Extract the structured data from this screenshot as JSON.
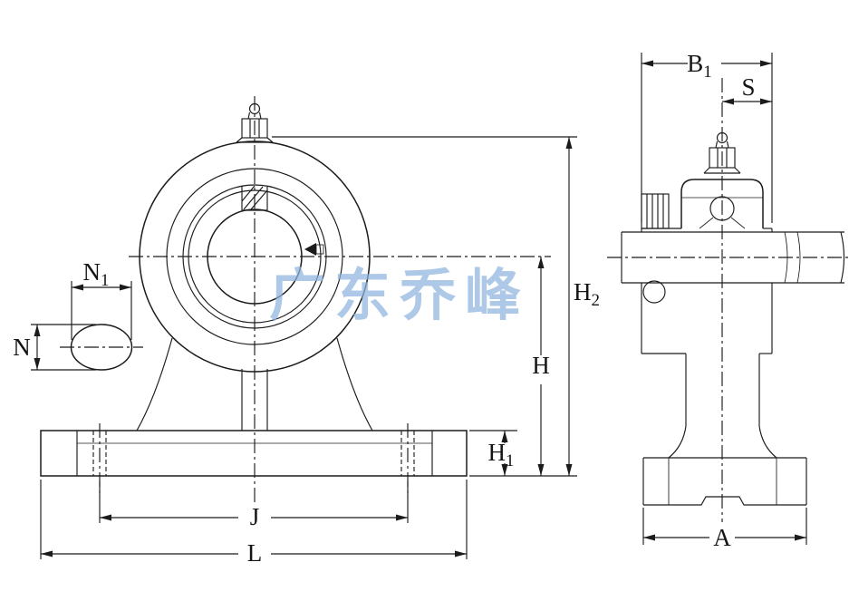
{
  "watermark": {
    "text": "广东乔峰"
  },
  "colors": {
    "line": "#1b1b1b",
    "watermark": "#8fb5de",
    "background": "#ffffff"
  },
  "dimension_labels": {
    "B1": {
      "base": "B",
      "sub": "1"
    },
    "S": {
      "base": "S",
      "sub": ""
    },
    "N1": {
      "base": "N",
      "sub": "1"
    },
    "N": {
      "base": "N",
      "sub": ""
    },
    "H2": {
      "base": "H",
      "sub": "2"
    },
    "H": {
      "base": "H",
      "sub": ""
    },
    "H1": {
      "base": "H",
      "sub": "1"
    },
    "J": {
      "base": "J",
      "sub": ""
    },
    "L": {
      "base": "L",
      "sub": ""
    },
    "A": {
      "base": "A",
      "sub": ""
    }
  }
}
